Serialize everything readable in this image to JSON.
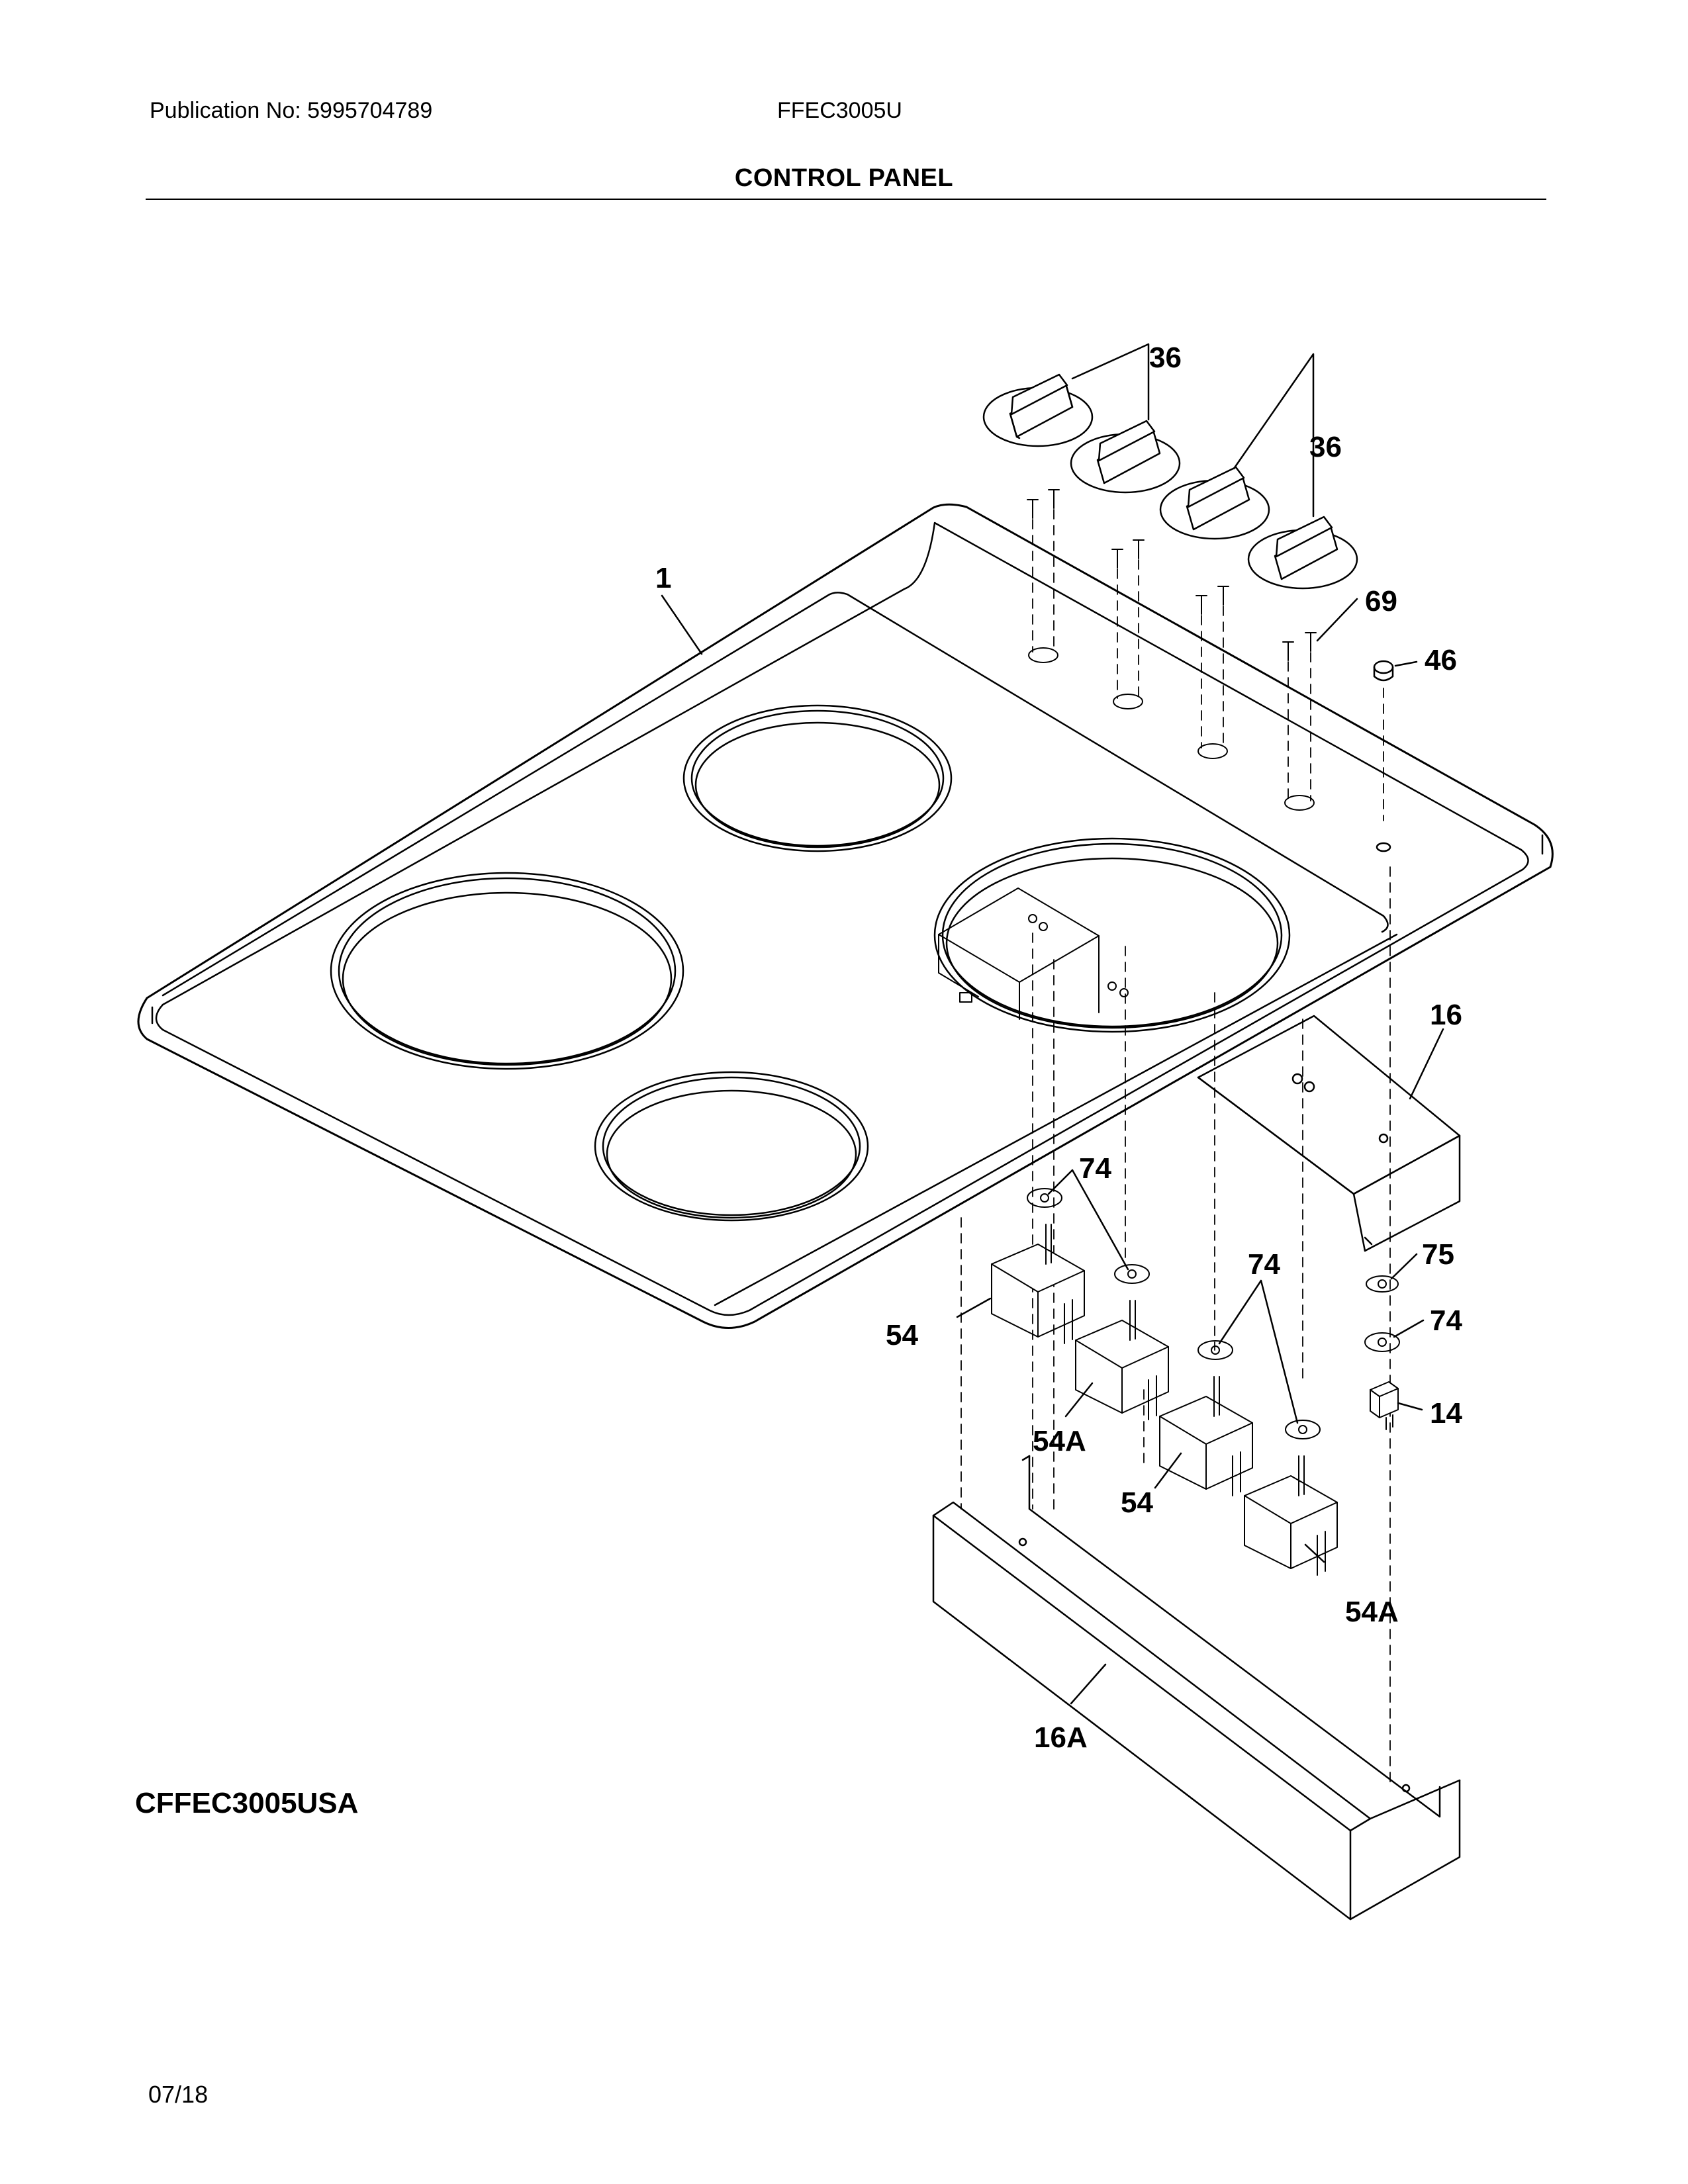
{
  "header": {
    "publication": "Publication No: 5995704789",
    "model_number": "FFEC3005U"
  },
  "title": "CONTROL PANEL",
  "model_code": "CFFEC3005USA",
  "date_code": "07/18",
  "callouts": {
    "c1": "1",
    "c36a": "36",
    "c36b": "36",
    "c69": "69",
    "c46": "46",
    "c16": "16",
    "c74a": "74",
    "c74b": "74",
    "c75": "75",
    "c74c": "74",
    "c14": "14",
    "c54a": "54",
    "c54Aa": "54A",
    "c54b": "54",
    "c54Ab": "54A",
    "c16A": "16A"
  }
}
